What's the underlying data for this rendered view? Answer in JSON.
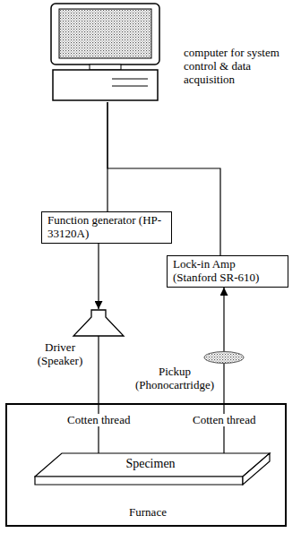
{
  "diagram": {
    "nodes": [
      {
        "text": [
          "computer for system control & data acquisition"
        ]
      },
      {
        "text": [
          "Function generator (HP-33120A)"
        ]
      },
      {
        "text": [
          "Lock-in Amp (Stanford SR-610)"
        ]
      },
      {
        "text": [
          "Driver (Speaker)"
        ]
      },
      {
        "text": [
          "Pickup (Phonocartridge)"
        ]
      },
      {
        "text": [
          "Furnace"
        ]
      },
      {
        "text": [
          "Specimen"
        ],
        "in": 5
      }
    ],
    "edges": [
      {
        "from": 0,
        "to": 1,
        "arrow": "none"
      },
      {
        "from": 0,
        "to": 2,
        "arrow": "none"
      },
      {
        "from": 1,
        "to": 3,
        "arrow": "to"
      },
      {
        "from": 4,
        "to": 2,
        "arrow": "to"
      },
      {
        "from": 3,
        "to": 6,
        "label": "Cotten thread",
        "arrow": "none"
      },
      {
        "from": 4,
        "to": 6,
        "label": "Cotten thread",
        "arrow": "none"
      }
    ]
  }
}
